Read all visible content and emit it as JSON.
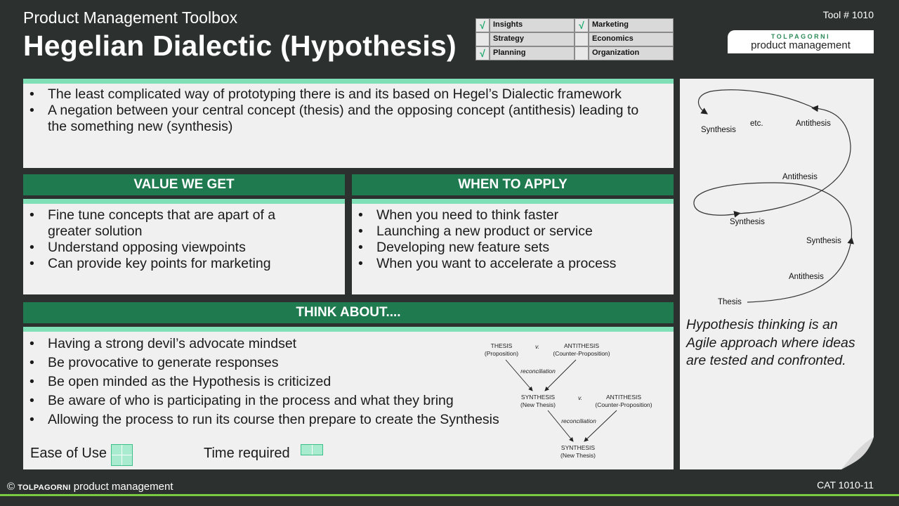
{
  "header": {
    "subtitle": "Product Management Toolbox",
    "title": "Hegelian Dialectic (Hypothesis)",
    "tool_number": "Tool # 1010"
  },
  "categories": [
    {
      "label": "Insights",
      "checked": true
    },
    {
      "label": "Marketing",
      "checked": true
    },
    {
      "label": "Strategy",
      "checked": false
    },
    {
      "label": "Economics",
      "checked": false
    },
    {
      "label": "Planning",
      "checked": true
    },
    {
      "label": "Organization",
      "checked": false
    }
  ],
  "check_mark": "√",
  "logo": {
    "top": "TOLPAGORNI",
    "bottom": "product management"
  },
  "intro": {
    "bullets": [
      "The least complicated way of prototyping there is and its based on Hegel’s Dialectic framework",
      "A negation between your central concept (thesis) and the opposing concept (antithesis) leading to the something new (synthesis)"
    ]
  },
  "value": {
    "title": "VALUE WE GET",
    "bullets": [
      "Fine tune concepts that are apart of a greater solution",
      "Understand opposing viewpoints",
      "Can provide key points for marketing"
    ]
  },
  "when": {
    "title": "WHEN TO APPLY",
    "bullets": [
      "When you need to think faster",
      "Launching a new product or service",
      "Developing new feature sets",
      "When you want to accelerate a process"
    ]
  },
  "think": {
    "title": "THINK ABOUT....",
    "bullets": [
      "Having a strong devil’s advocate mindset",
      "Be provocative to generate responses",
      "Be open minded as the Hypothesis is criticized",
      "Be aware of who is participating in the process and what they bring",
      "Allowing the process to run its course then prepare to create the Synthesis"
    ],
    "ease_label": "Ease of Use",
    "time_label": "Time required"
  },
  "tree_diagram": {
    "thesis": "THESIS",
    "proposition": "(Proposition)",
    "v": "v.",
    "antithesis": "ANTITHESIS",
    "counter": "(Counter-Proposition)",
    "reconciliation": "reconciliation",
    "synthesis": "SYNTHESIS",
    "new_thesis": "(New Thesis)"
  },
  "spiral_diagram": {
    "etc": "etc.",
    "synthesis": "Synthesis",
    "antithesis": "Antithesis",
    "thesis": "Thesis"
  },
  "hypothesis_note": "Hypothesis thinking is an Agile approach where ideas are tested and confronted.",
  "footer": {
    "copyright": "©",
    "brand": "TOLPAGORNI",
    "brand_suffix": "product management",
    "cat_code": "CAT 1010-11"
  },
  "colors": {
    "background": "#2c312f",
    "header_green": "#1f7a50",
    "accent_mint": "#7fe0b8",
    "footer_line": "#7ac943"
  }
}
